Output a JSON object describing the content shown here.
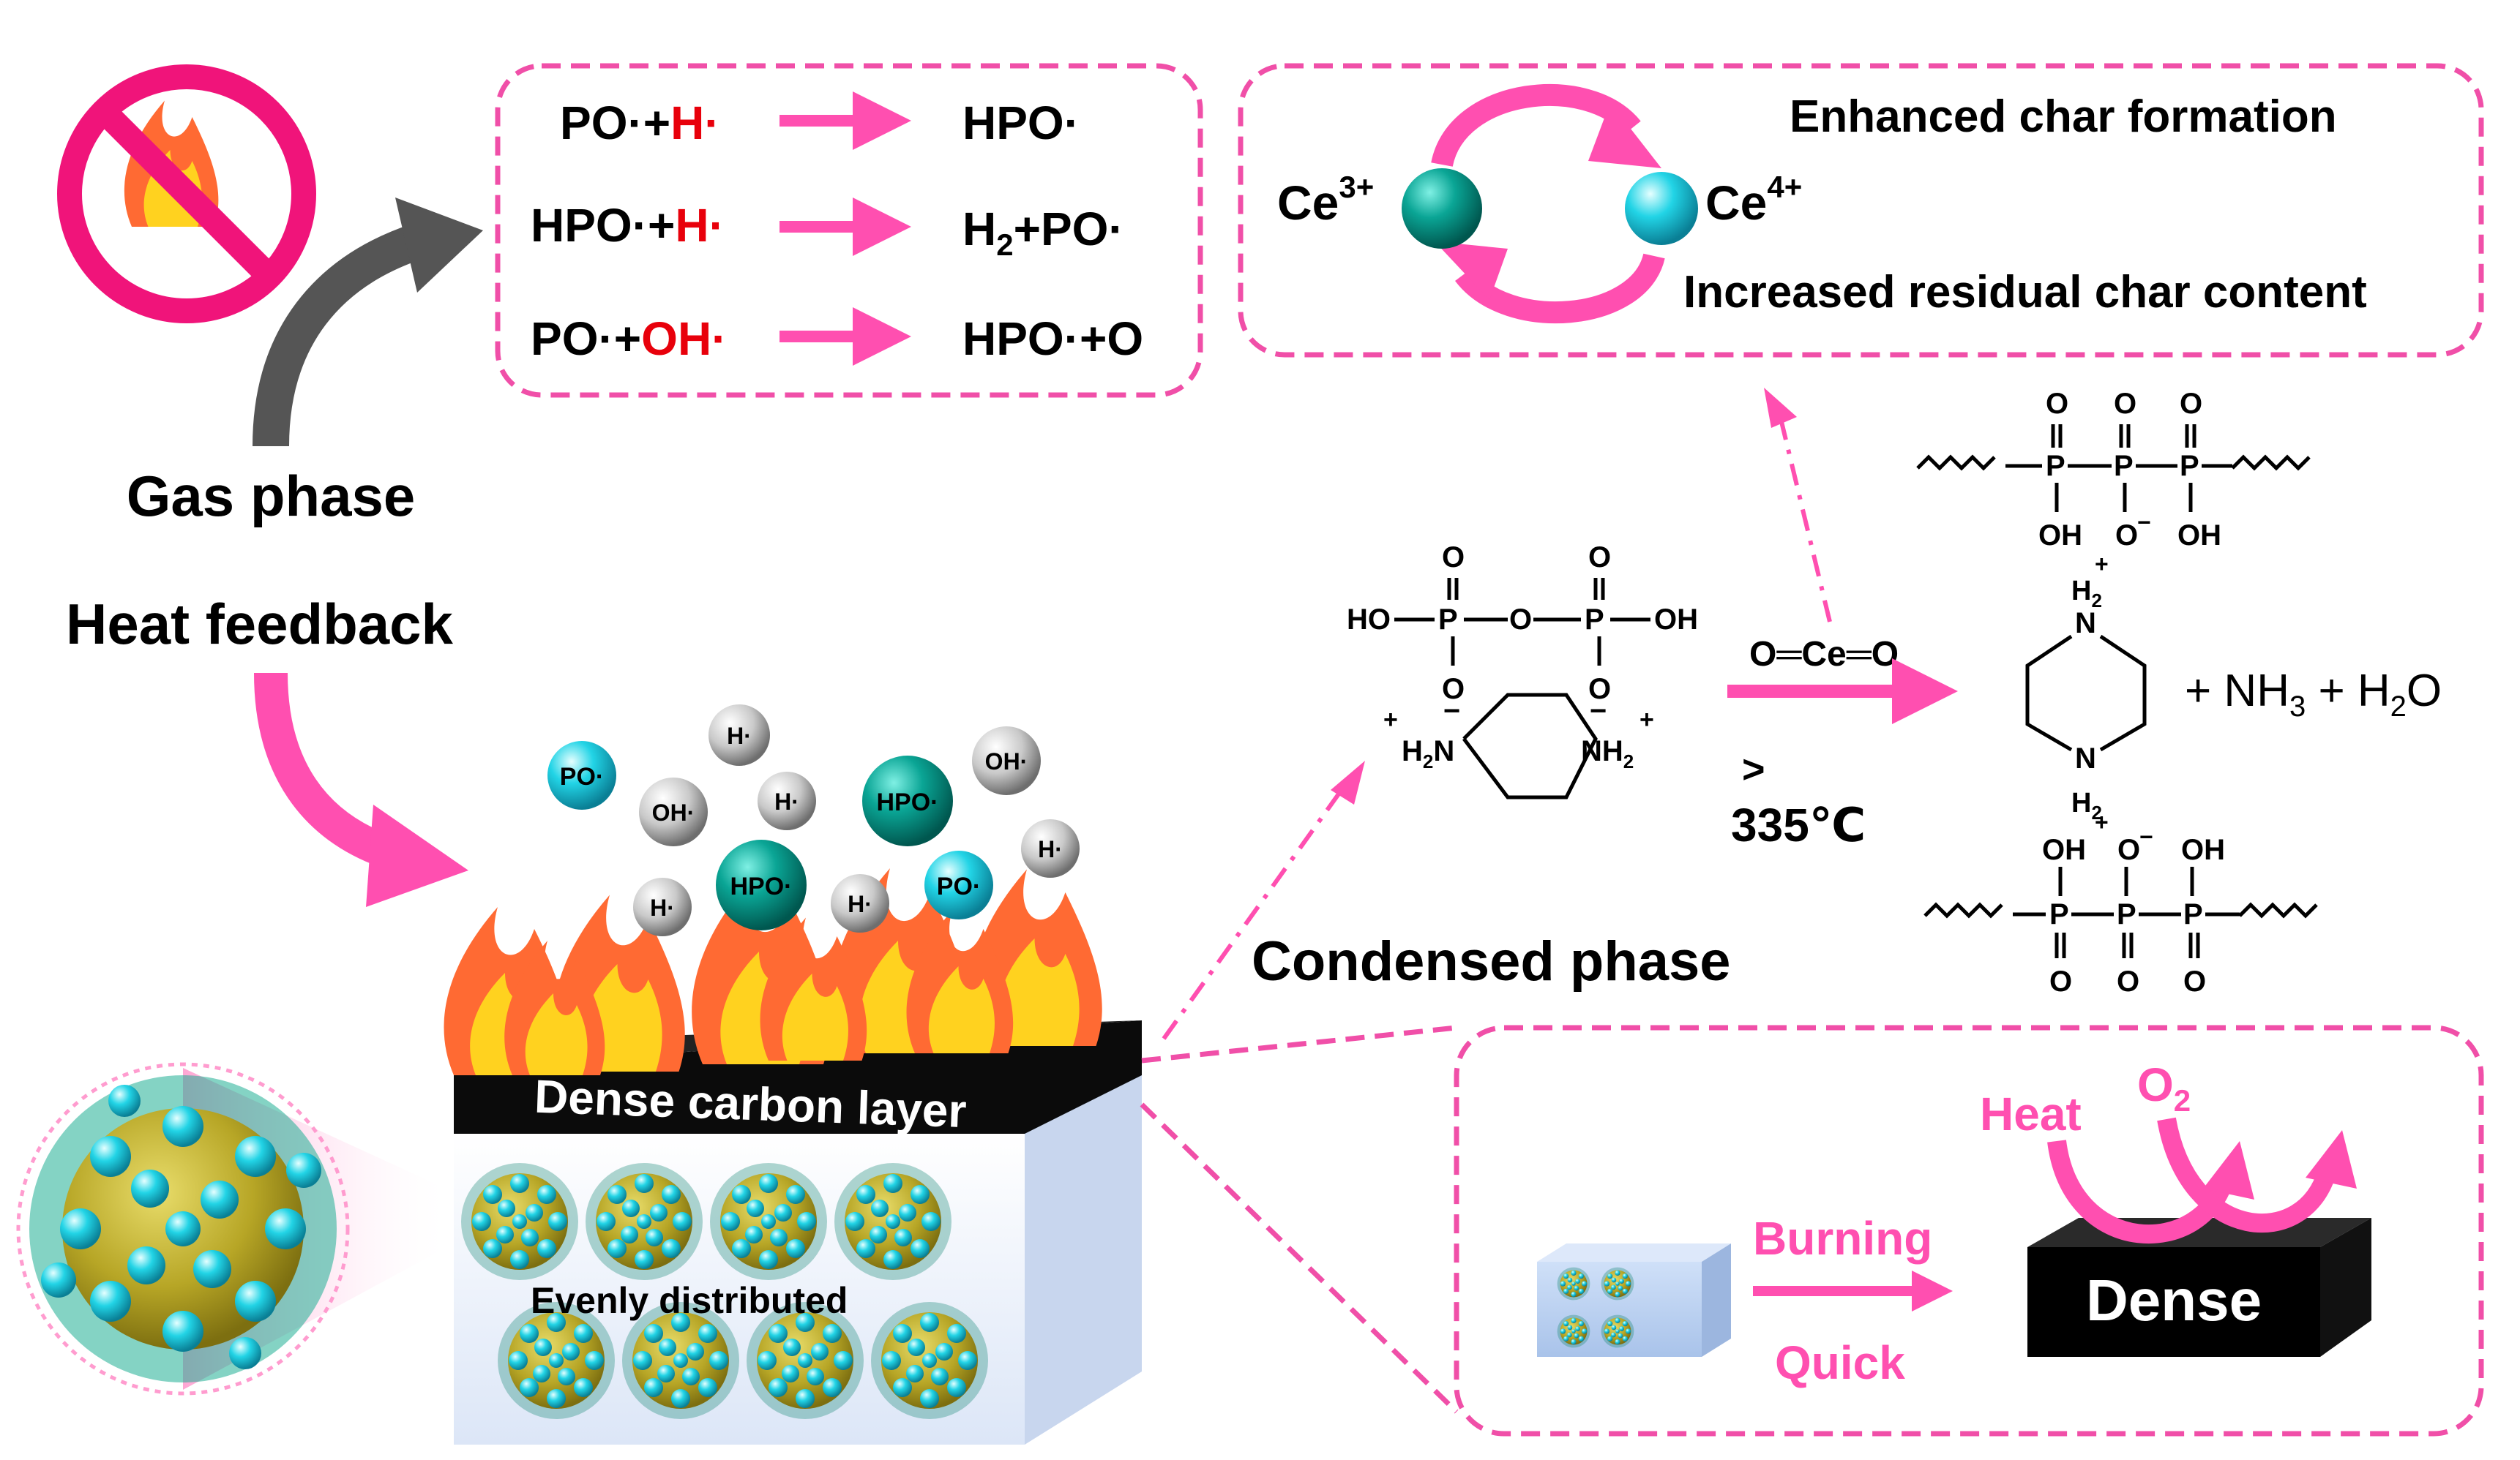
{
  "colors": {
    "accent_pink": "#ff3fa4",
    "arrow_pink": "#ff4fb0",
    "radical_red": "#e8000b",
    "flame_orange": "#ff6a33",
    "flame_yellow": "#ffd21f",
    "carbon_black": "#0b0b0b",
    "ce3_teal": "#009c8c",
    "ce4_cyan": "#19cfe0",
    "grey_arrow": "#555555"
  },
  "icons": {
    "no_fire": "no-fire-icon",
    "particle": "nanoparticle-icon"
  },
  "gas_phase": {
    "title": "Gas phase",
    "reactions": [
      {
        "r1": "PO·+",
        "r2": "H·",
        "product": "HPO·"
      },
      {
        "r1": "HPO·+",
        "r2": "H·",
        "product_a": "H",
        "product_sub": "2",
        "product_b": "+PO·"
      },
      {
        "r1": "PO·+",
        "r2": "OH·",
        "product": "HPO·+O"
      }
    ]
  },
  "heat_feedback": "Heat feedback",
  "radicals": {
    "po": "PO·",
    "h": "H·",
    "oh": "OH·",
    "hpo": "HPO·"
  },
  "ce_cycle": {
    "ce3_label": "Ce",
    "ce3_sup": "3+",
    "ce4_label": "Ce",
    "ce4_sup": "4+",
    "text1": "Enhanced char formation",
    "text2": "Increased residual char content"
  },
  "chemistry": {
    "reactant": {
      "ho": "HO",
      "oh": "OH",
      "p": "P",
      "o": "O",
      "o_minus": "O",
      "nh2": "NH",
      "h2n": "H",
      "n_sub": "2",
      "plus": "+",
      "minus": "−"
    },
    "reagent": "O═Ce═O",
    "condition_gt": ">",
    "condition_temp": "335℃",
    "products": {
      "p": "P",
      "o": "O",
      "oh": "OH",
      "n": "N",
      "h2": "H",
      "sub2": "2",
      "plus": "+",
      "minus": "−",
      "byproduct_a": "+ NH",
      "byproduct_sub": "3",
      "byproduct_b": " + H",
      "byproduct_sub2": "2",
      "byproduct_c": "O"
    }
  },
  "condensed_phase": "Condensed phase",
  "block": {
    "top_label": "Dense carbon layer",
    "middle_label": "Evenly distributed"
  },
  "burning_panel": {
    "heat": "Heat",
    "o2_base": "O",
    "o2_sub": "2",
    "burning": "Burning",
    "quick": "Quick",
    "dense": "Dense"
  }
}
